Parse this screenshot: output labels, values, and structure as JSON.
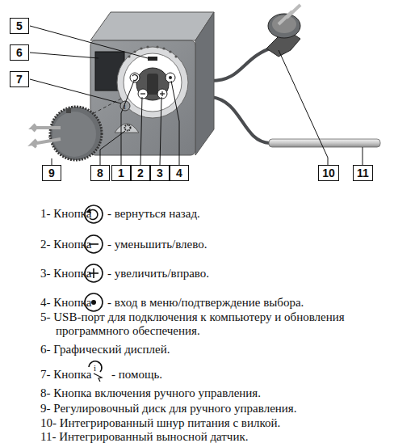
{
  "diagram": {
    "nodes": [
      {
        "text": [
          "5"
        ]
      },
      {
        "text": [
          "6"
        ]
      },
      {
        "text": [
          "7"
        ]
      },
      {
        "text": [
          "9"
        ]
      },
      {
        "text": [
          "8"
        ]
      },
      {
        "text": [
          "1"
        ]
      },
      {
        "text": [
          "2"
        ]
      },
      {
        "text": [
          "3"
        ]
      },
      {
        "text": [
          "4"
        ]
      },
      {
        "text": [
          "10"
        ]
      },
      {
        "text": [
          "11"
        ]
      }
    ],
    "labels": [
      "1- Кнопка",
      "- вернуться назад.",
      "2- Кнопка",
      "- уменьшить/влево.",
      "3- Кнопка",
      "- увеличить/вправо.",
      "4- Кнопка",
      "- вход в меню/подтверждение выбора.",
      "5- USB-порт для подключения к компьютеру и обновления программного обеспечения.",
      "6- Графический дисплей.",
      "7- Кнопка",
      "- помощь.",
      "8- Кнопка включения ручного управления.",
      "9- Регулировочный диск для ручного управления.",
      "10- Интегрированный шнур питания с вилкой.",
      "11- Интегрированный выносной датчик."
    ]
  }
}
